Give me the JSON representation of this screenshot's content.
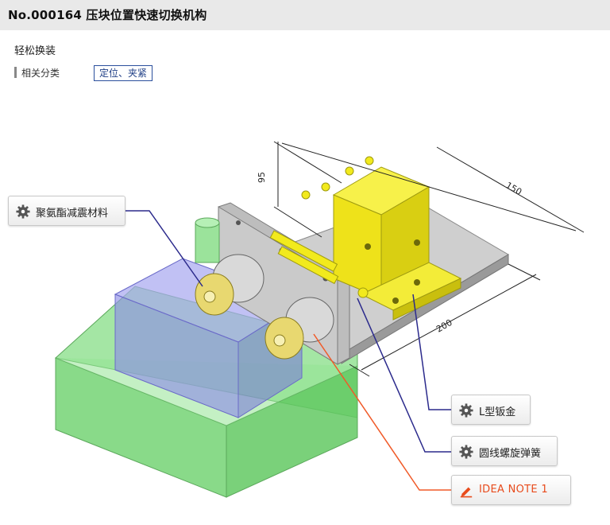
{
  "header": {
    "title": "No.000164 压块位置快速切换机构"
  },
  "subtitle": "轻松换装",
  "category": {
    "label": "相关分类",
    "tag": "定位、夹紧"
  },
  "dimensions": {
    "height": "95",
    "depth": "150",
    "width": "200"
  },
  "callouts": [
    {
      "label": "聚氨酯减震材料",
      "icon": "gear-icon"
    },
    {
      "label": "L型钣金",
      "icon": "gear-icon"
    },
    {
      "label": "圆线螺旋弹簧",
      "icon": "gear-icon"
    },
    {
      "label": "IDEA NOTE 1",
      "icon": "pencil-icon"
    }
  ],
  "colors": {
    "header_bg": "#e9e9e9",
    "tag_border": "#2a4f9c",
    "leader_blue": "#2b2a8c",
    "leader_orange": "#f05a28",
    "note_text": "#e84b1c",
    "part_yellow": "#f2ea1d",
    "base_gray": "#c9c9c9",
    "block_blue": "#8f8fe6",
    "block_green": "#7fdb7f"
  }
}
